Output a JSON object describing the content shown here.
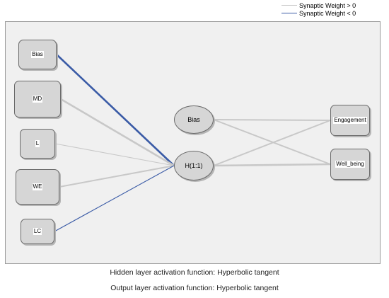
{
  "legend": {
    "positive": {
      "label": "Synaptic Weight > 0",
      "color": "#c8c8c8"
    },
    "negative": {
      "label": "Synaptic Weight < 0",
      "color": "#3a5ba6"
    }
  },
  "network": {
    "input_nodes": [
      {
        "id": "in-bias",
        "label": "Bias"
      },
      {
        "id": "in-md",
        "label": "MD"
      },
      {
        "id": "in-l",
        "label": "L"
      },
      {
        "id": "in-we",
        "label": "WE"
      },
      {
        "id": "in-lc",
        "label": "LC"
      }
    ],
    "hidden_nodes": [
      {
        "id": "hid-bias",
        "label": "Bias"
      },
      {
        "id": "hid-h",
        "label": "H(1:1)"
      }
    ],
    "output_nodes": [
      {
        "id": "out-eng",
        "label": "Engagement"
      },
      {
        "id": "out-wb",
        "label": "Well_being"
      }
    ],
    "connections": [
      {
        "from": "in-bias",
        "to": "hid-h",
        "sign": "negative",
        "strength": "strong"
      },
      {
        "from": "in-md",
        "to": "hid-h",
        "sign": "positive",
        "strength": "strong"
      },
      {
        "from": "in-l",
        "to": "hid-h",
        "sign": "positive",
        "strength": "weak"
      },
      {
        "from": "in-we",
        "to": "hid-h",
        "sign": "positive",
        "strength": "medium"
      },
      {
        "from": "in-lc",
        "to": "hid-h",
        "sign": "negative",
        "strength": "weak"
      },
      {
        "from": "hid-bias",
        "to": "out-eng",
        "sign": "positive",
        "strength": "medium"
      },
      {
        "from": "hid-bias",
        "to": "out-wb",
        "sign": "positive",
        "strength": "medium"
      },
      {
        "from": "hid-h",
        "to": "out-eng",
        "sign": "positive",
        "strength": "medium"
      },
      {
        "from": "hid-h",
        "to": "out-wb",
        "sign": "positive",
        "strength": "strong"
      }
    ]
  },
  "captions": {
    "hidden": "Hidden layer activation function: Hyperbolic tangent",
    "output": "Output layer activation function: Hyperbolic tangent"
  }
}
